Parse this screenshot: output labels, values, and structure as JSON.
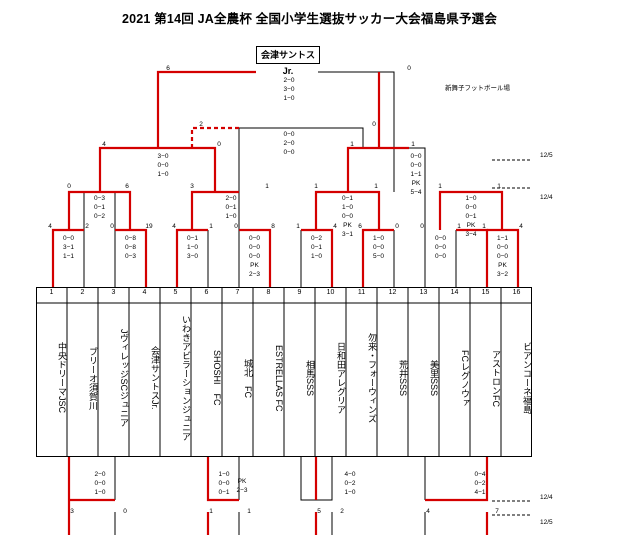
{
  "title": "2021 第14回 JA全農杯 全国小学生選抜サッカー大会福島県予選会",
  "winner": "会津サントスJr.",
  "venue": "新舞子フットボール場",
  "dates": {
    "d1": "12/5",
    "d2": "12/4",
    "d3": "12/4",
    "d4": "12/5"
  },
  "teams": [
    {
      "no": "1",
      "name": "中央ドリーマJSC"
    },
    {
      "no": "2",
      "name": "ブリーオ須賀川"
    },
    {
      "no": "3",
      "name": "JヴィレッジSCジュニア"
    },
    {
      "no": "4",
      "name": "会津サントスJr."
    },
    {
      "no": "5",
      "name": "いわきアビラーションジュニア"
    },
    {
      "no": "6",
      "name": "SHOSHI　FC"
    },
    {
      "no": "7",
      "name": "城北　FC"
    },
    {
      "no": "8",
      "name": "ESTRELLAS FC"
    },
    {
      "no": "9",
      "name": "相馬SSS"
    },
    {
      "no": "10",
      "name": "日和田アレグリア"
    },
    {
      "no": "11",
      "name": "勿来・フォーウィンズ"
    },
    {
      "no": "12",
      "name": "荒井SSS"
    },
    {
      "no": "13",
      "name": "美里SSS"
    },
    {
      "no": "14",
      "name": "FCレグノウァ"
    },
    {
      "no": "15",
      "name": "アストロンFC"
    },
    {
      "no": "16",
      "name": "ビアンコーネ福島"
    }
  ],
  "r1": [
    {
      "l": "4",
      "r": "2",
      "s": [
        "0−0",
        "3−1",
        "1−1"
      ]
    },
    {
      "l": "0",
      "r": "19",
      "s": [
        "0−8",
        "0−8",
        "0−3"
      ]
    },
    {
      "l": "4",
      "r": "1",
      "s": [
        "0−1",
        "1−0",
        "3−0"
      ]
    },
    {
      "l": "0",
      "r": "8",
      "s": [
        "0−0",
        "0−0",
        "0−0",
        "PK",
        "2−3"
      ]
    },
    {
      "l": "1",
      "r": "4",
      "s": [
        "0−2",
        "0−1",
        "1−0"
      ]
    },
    {
      "l": "6",
      "r": "0",
      "s": [
        "1−0",
        "0−0",
        "5−0"
      ]
    },
    {
      "l": "0",
      "r": "1",
      "s": [
        "0−0",
        "0−0",
        "0−0"
      ]
    },
    {
      "l": "1",
      "r": "4",
      "s": [
        "1−1",
        "0−0",
        "0−0",
        "PK",
        "3−2"
      ]
    }
  ],
  "r2": [
    {
      "l": "0",
      "r": "6",
      "s": [
        "0−3",
        "0−1",
        "0−2"
      ]
    },
    {
      "l": "3",
      "r": "1",
      "s": [
        "2−0",
        "0−1",
        "1−0"
      ]
    },
    {
      "l": "1",
      "r": "1",
      "s": [
        "0−1",
        "1−0",
        "0−0",
        "PK",
        "3−1"
      ]
    },
    {
      "l": "1",
      "r": "1",
      "s": [
        "1−0",
        "0−0",
        "0−1",
        "PK",
        "3−4"
      ]
    }
  ],
  "r3": [
    {
      "l": "4",
      "r": "0",
      "s": [
        "3−0",
        "0−0",
        "1−0"
      ]
    },
    {
      "l": "1",
      "r": "1",
      "s": [
        "0−0",
        "0−0",
        "1−1",
        "PK",
        "5−4"
      ]
    }
  ],
  "final": {
    "l": "6",
    "r": "0",
    "s": [
      "2−0",
      "3−0",
      "1−0"
    ]
  },
  "third": {
    "l": "2",
    "r": "0",
    "s": [
      "0−0",
      "2−0",
      "0−0"
    ]
  },
  "lower": [
    {
      "l": "3",
      "r": "0",
      "s": [
        "2−0",
        "0−0",
        "1−0"
      ]
    },
    {
      "l": "1",
      "r": "1",
      "s": [
        "1−0",
        "0−0",
        "0−1"
      ],
      "pk": [
        "PK",
        "2−3"
      ]
    },
    {
      "l": "5",
      "r": "2",
      "s": [
        "4−0",
        "0−2",
        "1−0"
      ]
    },
    {
      "l": "4",
      "r": "7",
      "s": [
        "0−4",
        "0−2",
        "4−1"
      ]
    }
  ]
}
